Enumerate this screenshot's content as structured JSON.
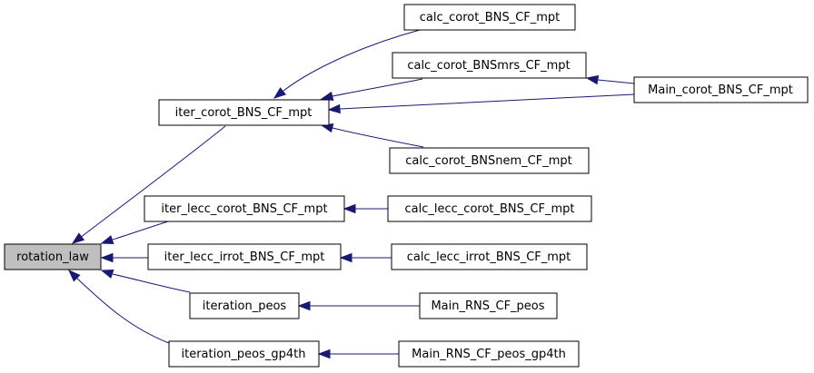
{
  "graph": {
    "nodes": {
      "rotation_law": "rotation_law",
      "iter_corot": "iter_corot_BNS_CF_mpt",
      "iter_lecc_corot": "iter_lecc_corot_BNS_CF_mpt",
      "iter_lecc_irrot": "iter_lecc_irrot_BNS_CF_mpt",
      "iteration_peos": "iteration_peos",
      "iteration_peos_gp4th": "iteration_peos_gp4th",
      "calc_corot": "calc_corot_BNS_CF_mpt",
      "calc_corot_smrs": "calc_corot_BNSmrs_CF_mpt",
      "main_corot": "Main_corot_BNS_CF_mpt",
      "calc_corot_nem": "calc_corot_BNSnem_CF_mpt",
      "calc_lecc_corot": "calc_lecc_corot_BNS_CF_mpt",
      "calc_lecc_irrot": "calc_lecc_irrot_BNS_CF_mpt",
      "main_rns_peos": "Main_RNS_CF_peos",
      "main_rns_peos_gp4th": "Main_RNS_CF_peos_gp4th"
    },
    "edges": [
      [
        "iter_corot",
        "rotation_law"
      ],
      [
        "iter_lecc_corot",
        "rotation_law"
      ],
      [
        "iter_lecc_irrot",
        "rotation_law"
      ],
      [
        "iteration_peos",
        "rotation_law"
      ],
      [
        "iteration_peos_gp4th",
        "rotation_law"
      ],
      [
        "calc_corot",
        "iter_corot"
      ],
      [
        "calc_corot_smrs",
        "iter_corot"
      ],
      [
        "main_corot",
        "iter_corot"
      ],
      [
        "calc_corot_nem",
        "iter_corot"
      ],
      [
        "main_corot",
        "calc_corot_smrs"
      ],
      [
        "calc_lecc_corot",
        "iter_lecc_corot"
      ],
      [
        "calc_lecc_irrot",
        "iter_lecc_irrot"
      ],
      [
        "main_rns_peos",
        "iteration_peos"
      ],
      [
        "main_rns_peos_gp4th",
        "iteration_peos_gp4th"
      ]
    ]
  }
}
